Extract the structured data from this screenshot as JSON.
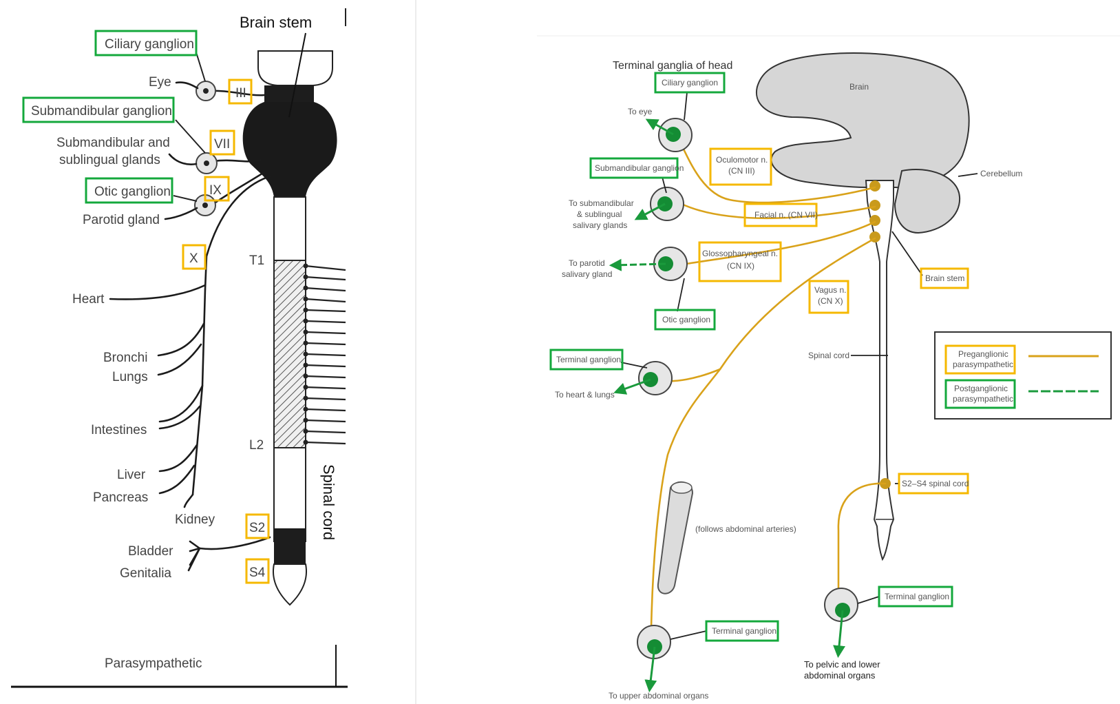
{
  "left": {
    "brain_stem": "Brain stem",
    "ciliary_ganglion": "Ciliary ganglion",
    "submandibular_ganglion": "Submandibular ganglion",
    "otic_ganglion": "Otic ganglion",
    "eye": "Eye",
    "submandibular_glands_1": "Submandibular and",
    "submandibular_glands_2": "sublingual glands",
    "parotid_gland": "Parotid gland",
    "cn_iii": "III",
    "cn_vii": "VII",
    "cn_ix": "IX",
    "cn_x": "X",
    "heart": "Heart",
    "bronchi": "Bronchi",
    "lungs": "Lungs",
    "intestines": "Intestines",
    "liver": "Liver",
    "pancreas": "Pancreas",
    "kidney": "Kidney",
    "bladder": "Bladder",
    "genitalia": "Genitalia",
    "t1": "T1",
    "l2": "L2",
    "s2": "S2",
    "s4": "S4",
    "spinal_cord": "Spinal cord",
    "parasympathetic": "Parasympathetic"
  },
  "right": {
    "terminal_ganglia_head": "Terminal ganglia of head",
    "ciliary_ganglion": "Ciliary ganglion",
    "brain": "Brain",
    "to_eye": "To eye",
    "oculomotor_1": "Oculomotor n.",
    "oculomotor_2": "(CN III)",
    "cerebellum": "Cerebellum",
    "submandibular_ganglion": "Submandibular ganglion",
    "to_submandibular_1": "To submandibular",
    "to_submandibular_2": "& sublingual",
    "to_submandibular_3": "salivary glands",
    "facial": "Facial n. (CN VII)",
    "glossopharyngeal_1": "Glossopharyngeal n.",
    "glossopharyngeal_2": "(CN IX)",
    "to_parotid_1": "To parotid",
    "to_parotid_2": "salivary gland",
    "brain_stem": "Brain stem",
    "vagus_1": "Vagus n.",
    "vagus_2": "(CN X)",
    "otic_ganglion": "Otic ganglion",
    "spinal_cord": "Spinal cord",
    "terminal_ganglion_heart": "Terminal ganglion",
    "to_heart_lungs": "To heart & lungs",
    "legend_pre_1": "Preganglionic",
    "legend_pre_2": "parasympathetic",
    "legend_post_1": "Postganglionic",
    "legend_post_2": "parasympathetic",
    "s2_s4": "S2–S4 spinal cord",
    "follows_arteries": "(follows abdominal arteries)",
    "terminal_ganglion_pelvic": "Terminal ganglion",
    "terminal_ganglion_abdominal": "Terminal ganglion",
    "to_pelvic_1": "To pelvic and lower",
    "to_pelvic_2": "abdominal organs",
    "to_upper_abdominal": "To upper abdominal organs"
  },
  "colors": {
    "ganglion_box": "#14a83c",
    "nerve_box": "#f5b800",
    "preganglionic": "#d9a21a",
    "postganglionic": "#1a9a3c"
  }
}
